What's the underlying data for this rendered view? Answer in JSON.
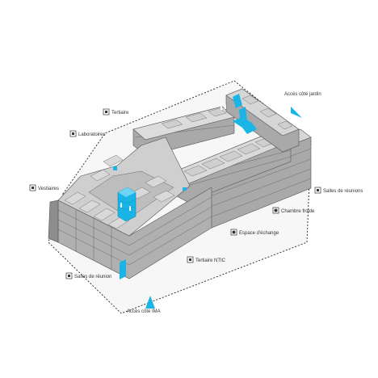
{
  "labels": {
    "acces_jardin": "Accès côté jardin",
    "tertiaire": "Tertiaire",
    "laboratoires": "Laboratoires",
    "vestiaires": "Vestiaires",
    "salles_reunions_right": "Salles de réunions",
    "chambre_froide": "Chambre froide",
    "espace_echange": "Espace d'échange",
    "tertiaire_ntic": "Tertiaire NTIC",
    "salles_reunion_left": "Salles de réunion",
    "acces_ima": "Accès côté IMA"
  },
  "colors": {
    "accent": "#19b5e6",
    "roof": "#d6d6d6",
    "wall": "#a9a9a9",
    "wall_dark": "#8d8d8d",
    "line": "#555555",
    "ground": "#f2f2f2"
  }
}
